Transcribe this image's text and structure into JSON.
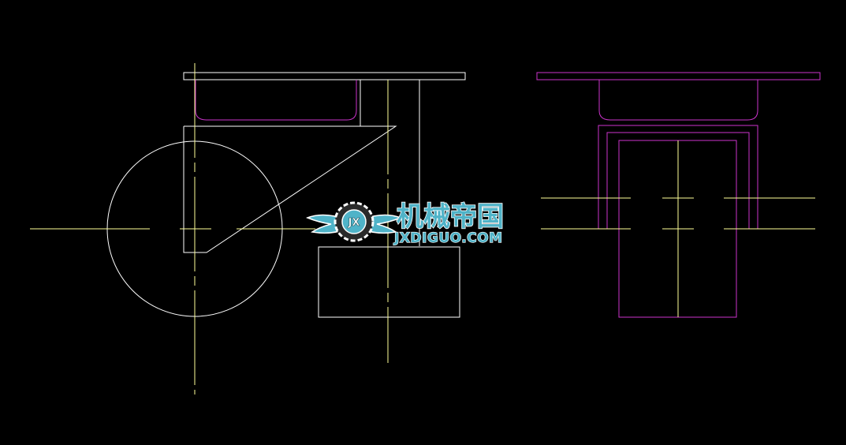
{
  "drawing": {
    "background_color": "#000000",
    "colors": {
      "outline": "#ffffff",
      "centerline": "#ffff99",
      "profile": "#cc33cc",
      "watermark_fill": "#4fb3c8",
      "watermark_outline": "#ffffff"
    },
    "watermark": {
      "logo_icon": "gear-wings-logo",
      "badge_text": "JX",
      "title_cn": "机械帝国",
      "url": "JXDIGUO.COM"
    }
  }
}
